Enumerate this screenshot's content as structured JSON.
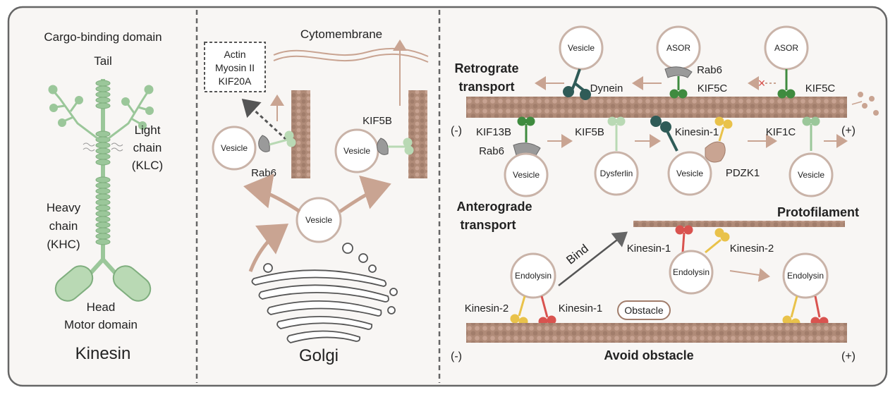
{
  "panel1": {
    "cargo_binding_domain": "Cargo-binding domain",
    "tail": "Tail",
    "light_chain_1": "Light",
    "light_chain_2": "chain",
    "light_chain_3": "(KLC)",
    "heavy_chain_1": "Heavy",
    "heavy_chain_2": "chain",
    "heavy_chain_3": "(KHC)",
    "head": "Head",
    "motor_domain": "Motor domain",
    "title": "Kinesin"
  },
  "panel2": {
    "box_line1": "Actin",
    "box_line2": "Myosin II",
    "box_line3": "KIF20A",
    "cytomembrane": "Cytomembrane",
    "vesicle_left": "Vesicle",
    "rab6": "Rab6",
    "kif5b": "KIF5B",
    "vesicle_right": "Vesicle",
    "vesicle_center": "Vesicle",
    "golgi": "Golgi"
  },
  "panel3": {
    "retrograde_1": "Retrograte",
    "retrograde_2": "transport",
    "vesicle_top": "Vesicle",
    "asor_1": "ASOR",
    "asor_2": "ASOR",
    "dynein": "Dynein",
    "rab6_top": "Rab6",
    "kif5c_1": "KIF5C",
    "kif5c_2": "KIF5C",
    "minus_1": "(-)",
    "plus_1": "(+)",
    "kif13b": "KIF13B",
    "rab6_bottom": "Rab6",
    "kif5b": "KIF5B",
    "kinesin1_top": "Kinesin-1",
    "kif1c": "KIF1C",
    "vesicle_b1": "Vesicle",
    "dysferlin": "Dysferlin",
    "vesicle_b2": "Vesicle",
    "pdzk1": "PDZK1",
    "vesicle_b3": "Vesicle",
    "anterograde_1": "Anterograde",
    "anterograde_2": "transport",
    "protofilament": "Protofilament",
    "bind": "Bind",
    "kinesin1_a": "Kinesin-1",
    "kinesin2_a": "Kinesin-2",
    "endolysin_1": "Endolysin",
    "endolysin_2": "Endolysin",
    "endolysin_3": "Endolysin",
    "kinesin2_b": "Kinesin-2",
    "kinesin1_b": "Kinesin-1",
    "obstacle": "Obstacle",
    "minus_2": "(-)",
    "plus_2": "(+)",
    "avoid_obstacle": "Avoid obstacle"
  },
  "colors": {
    "kinesin_green": "#9bc79a",
    "microtubule": "#b48f7c",
    "dark_teal": "#2f5b57",
    "arrow": "#c9a492",
    "yellow": "#e9c24a",
    "red": "#d9534f"
  }
}
